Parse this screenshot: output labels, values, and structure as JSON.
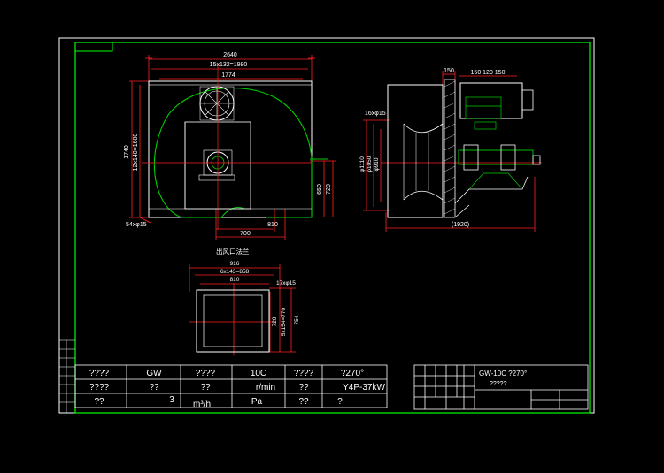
{
  "colors": {
    "background": "#000000",
    "frame": "#ffffff",
    "border": "#00ff00",
    "dimension": "#ff2222",
    "centerline": "#ff2222",
    "casing": "#00d000",
    "outline": "#ffffff"
  },
  "front_view": {
    "overall_width": "2640",
    "bolt_row": "15x132=1980",
    "inner_width": "1774",
    "overall_height": "1740",
    "bolt_col": "12x140=1680",
    "right_dim_a": "650",
    "right_dim_b": "720",
    "holes": "54xφ15",
    "bottom_dim_a": "700",
    "bottom_dim_b": "810"
  },
  "side_view": {
    "top_dim": "150",
    "motor_dims": "150 120 150",
    "holes": "16xφ15",
    "dims_left": [
      "φ1110",
      "φ1050",
      "φ910"
    ],
    "bottom_dim": "(1920)"
  },
  "flange": {
    "title": "出风口法兰",
    "overall": "916",
    "bolt_row": "6x143=858",
    "inner": "810",
    "holes": "17xφ15",
    "side_a": "720",
    "side_b": "5x154=770",
    "side_c": "754"
  },
  "spec_table": {
    "rows": [
      [
        "????",
        "GW",
        "????",
        "10C",
        "????",
        "?270°"
      ],
      [
        "????",
        "??",
        "??",
        "r/min",
        "??",
        "Y4P-37kW"
      ],
      [
        "??",
        "3",
        "m³/h",
        "Pa",
        "??",
        "?"
      ]
    ]
  },
  "title_block": {
    "name": "GW-10C ?270°",
    "sub": "?????"
  }
}
